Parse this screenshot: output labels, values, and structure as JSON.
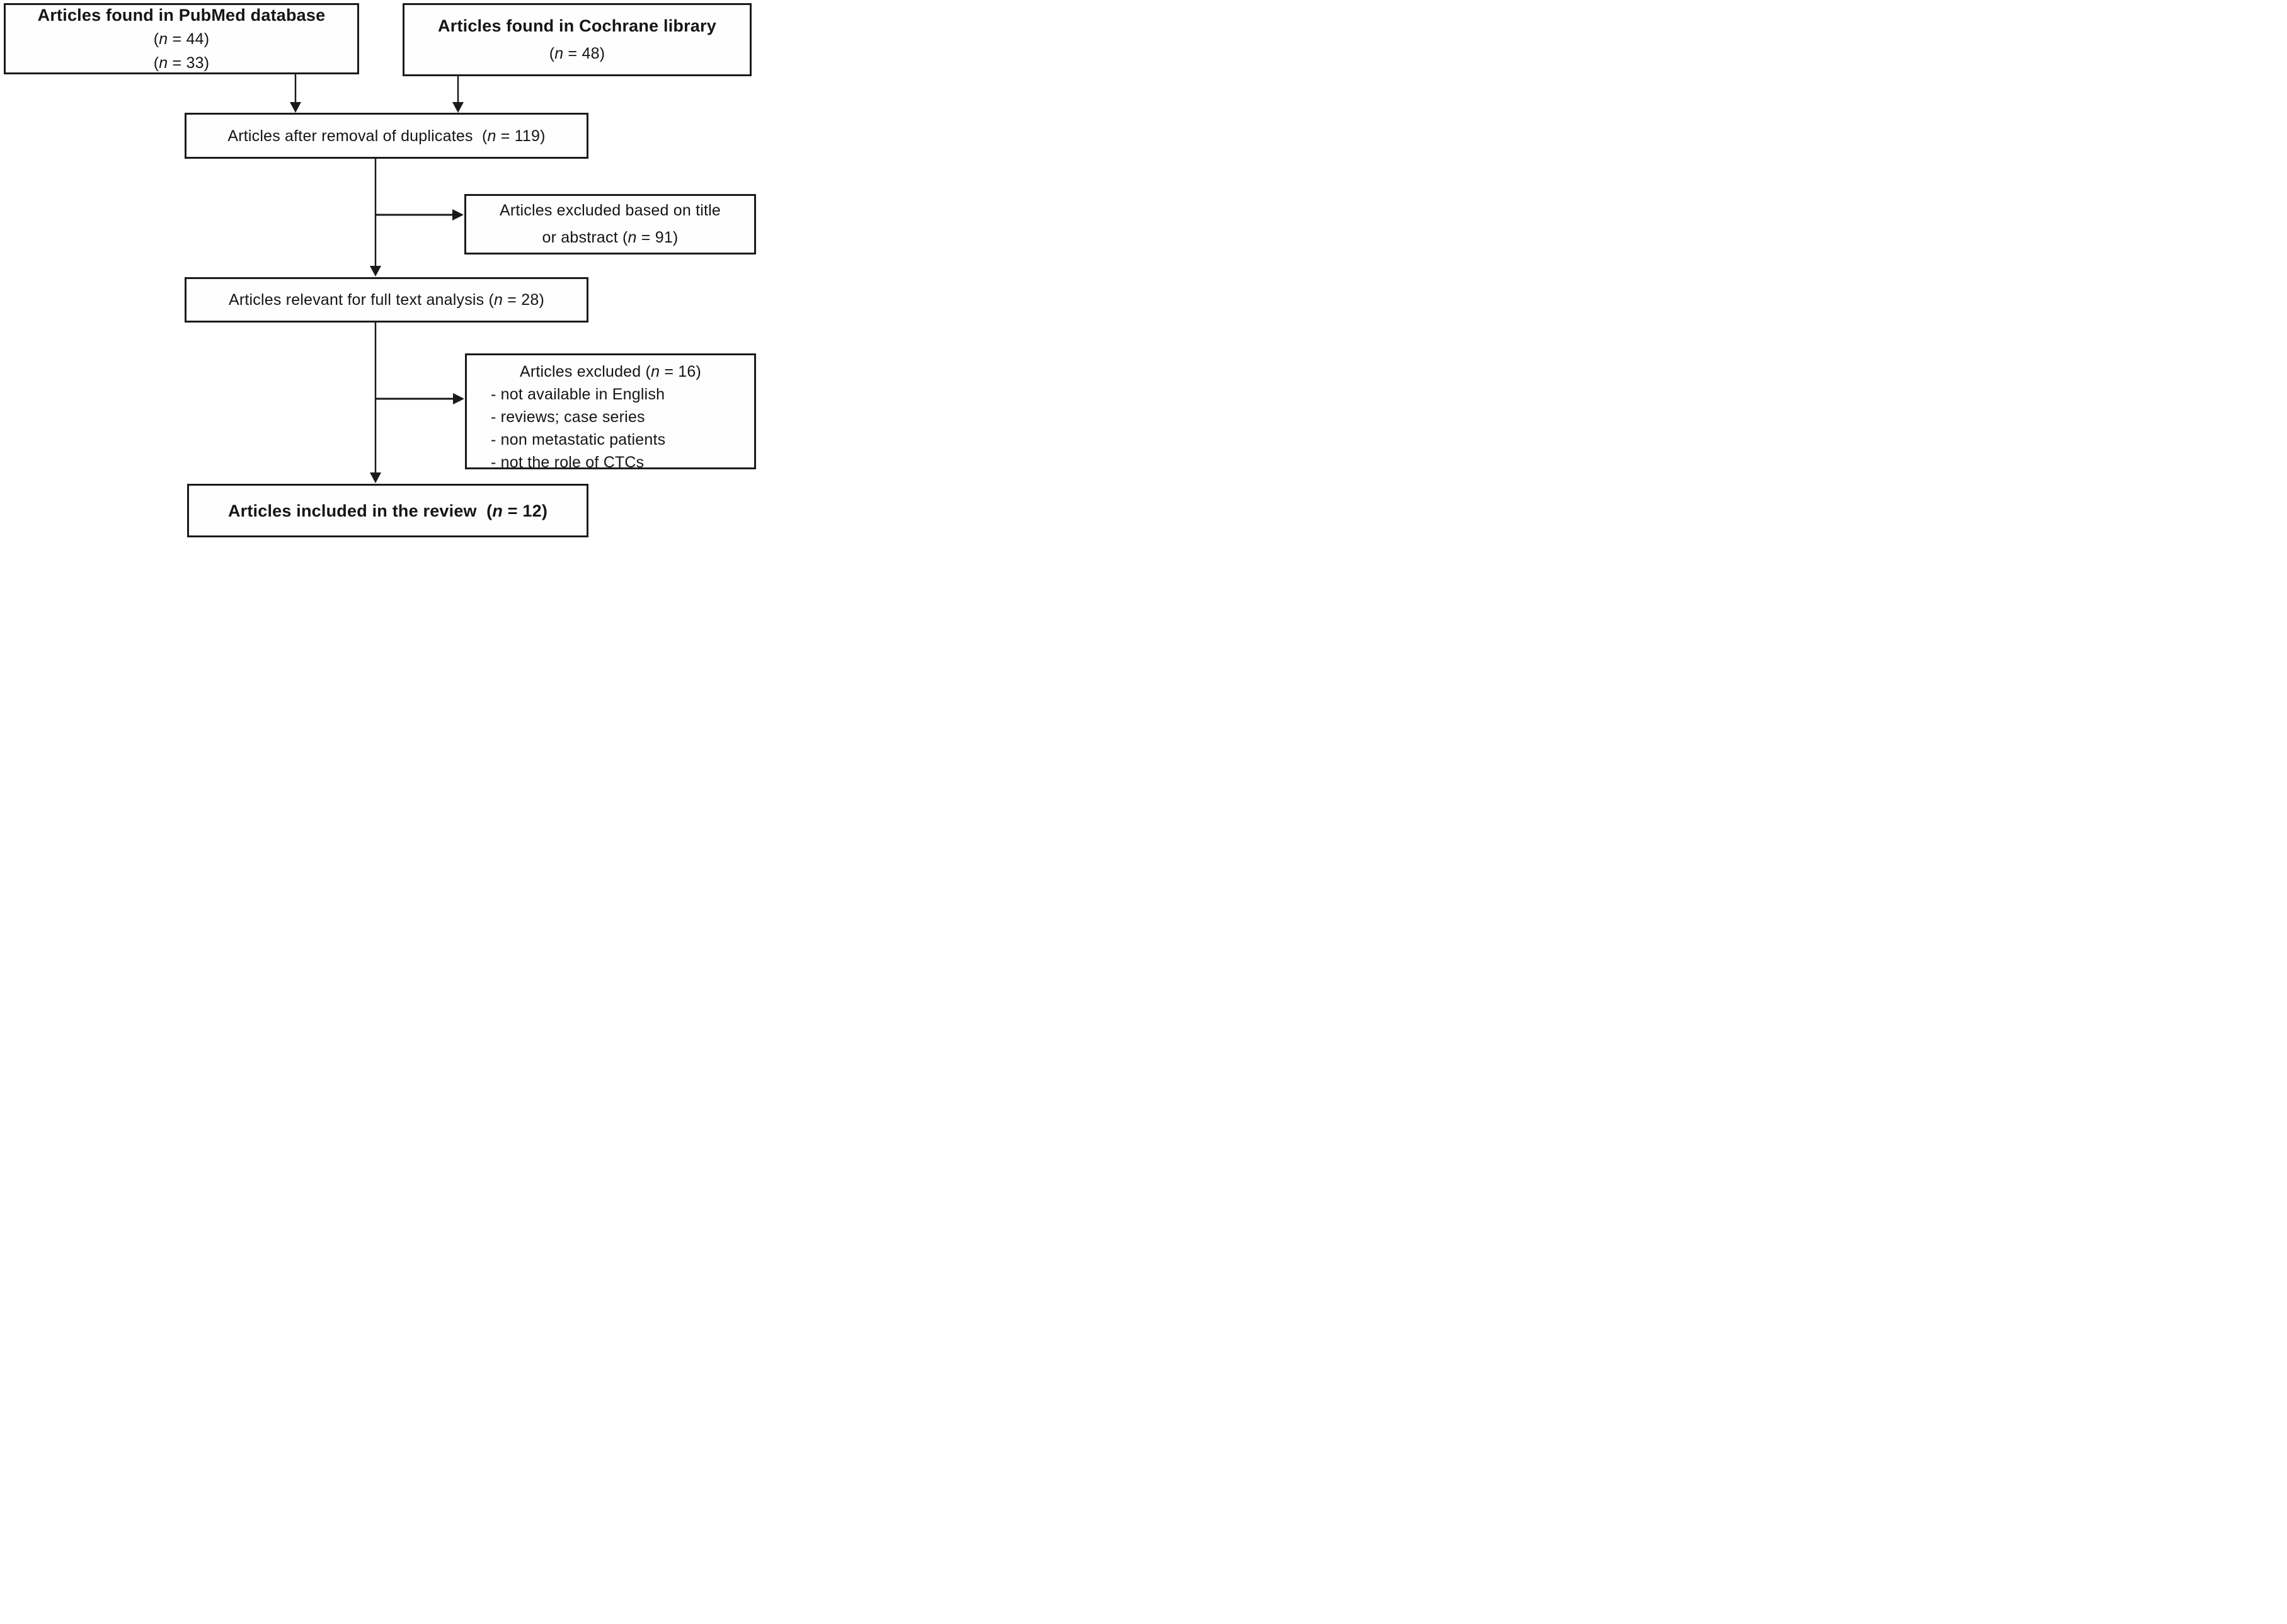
{
  "figure": {
    "title": "Article selection flow diagram",
    "background_color": "#ffffff",
    "line_color": "#1a1a1a",
    "text_color": "#151515"
  },
  "boxes": [
    {
      "id": "pubmed",
      "lines": [
        {
          "bold": true,
          "parts": [
            {
              "t": "Articles found in PubMed database"
            }
          ]
        },
        {
          "parts": [
            {
              "t": "("
            },
            {
              "t": "n",
              "italic": true
            },
            {
              "t": " = 44)"
            }
          ]
        },
        {
          "parts": [
            {
              "t": "("
            },
            {
              "t": "n",
              "italic": true
            },
            {
              "t": " = 33)"
            }
          ]
        }
      ]
    },
    {
      "id": "cochrane",
      "lines": [
        {
          "bold": true,
          "parts": [
            {
              "t": "Articles found in Cochrane library"
            }
          ]
        },
        {
          "parts": [
            {
              "t": "("
            },
            {
              "t": "n",
              "italic": true
            },
            {
              "t": " = 48)"
            }
          ]
        }
      ]
    },
    {
      "id": "duplicates",
      "lines": [
        {
          "parts": [
            {
              "t": "Articles after removal of duplicates  ("
            },
            {
              "t": "n",
              "italic": true
            },
            {
              "t": " = 119)"
            }
          ]
        }
      ]
    },
    {
      "id": "excluded-title-abstract",
      "lines": [
        {
          "parts": [
            {
              "t": "Articles excluded based on title"
            }
          ]
        },
        {
          "parts": [
            {
              "t": "or abstract ("
            },
            {
              "t": "n",
              "italic": true
            },
            {
              "t": " = 91)"
            }
          ]
        }
      ]
    },
    {
      "id": "fulltext",
      "lines": [
        {
          "parts": [
            {
              "t": "Articles relevant for full text analysis ("
            },
            {
              "t": "n",
              "italic": true
            },
            {
              "t": " = 28)"
            }
          ]
        }
      ]
    },
    {
      "id": "excluded-16",
      "lines": [
        {
          "align": "center",
          "parts": [
            {
              "t": "Articles excluded ("
            },
            {
              "t": "n",
              "italic": true
            },
            {
              "t": " = 16)"
            }
          ]
        },
        {
          "parts": [
            {
              "t": "- not available in English"
            }
          ]
        },
        {
          "parts": [
            {
              "t": "- reviews; case series"
            }
          ]
        },
        {
          "parts": [
            {
              "t": "- non metastatic patients"
            }
          ]
        },
        {
          "parts": [
            {
              "t": "- not the role of CTCs"
            }
          ]
        }
      ]
    },
    {
      "id": "included",
      "lines": [
        {
          "bold": true,
          "parts": [
            {
              "t": "Articles included in the review  ("
            },
            {
              "t": "n",
              "italic": true
            },
            {
              "t": " = 12)"
            }
          ]
        }
      ]
    }
  ]
}
